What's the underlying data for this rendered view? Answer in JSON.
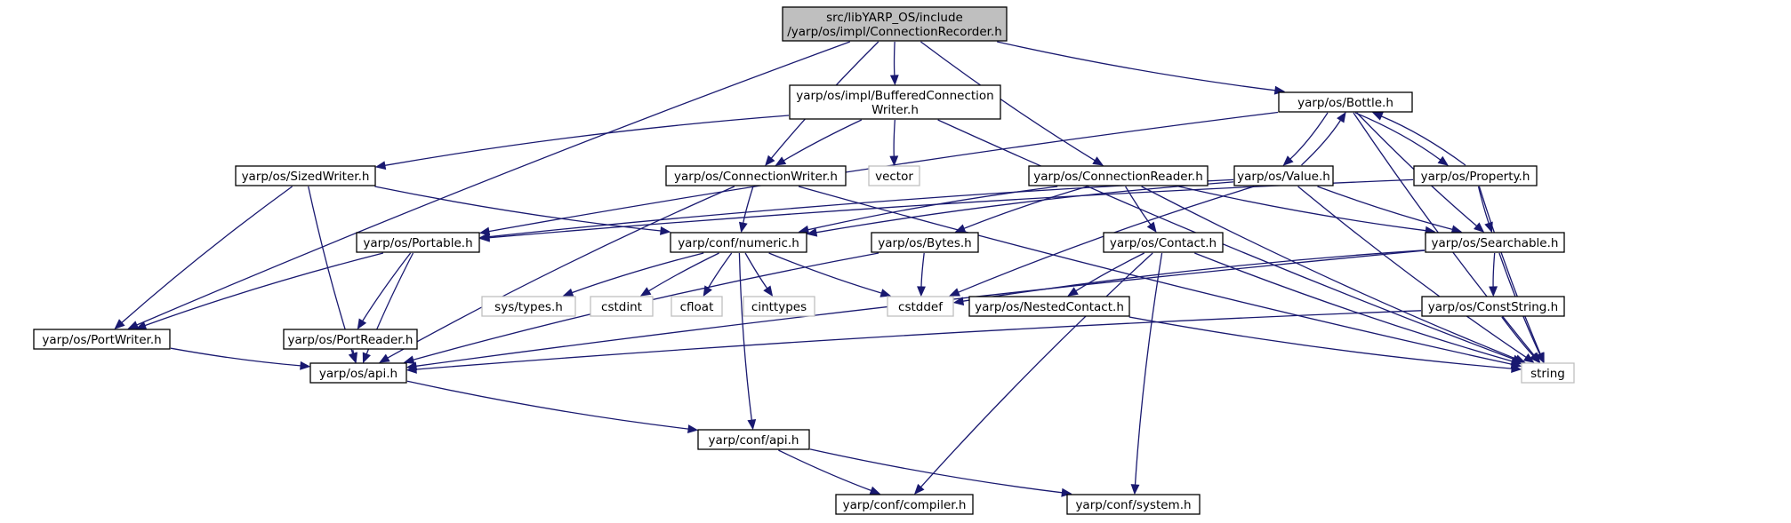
{
  "colors": {
    "edge": "#191970",
    "root_fill": "#bfbfbf",
    "internal_border": "#000000",
    "external_border": "#bfbfbf",
    "background": "#ffffff"
  },
  "nodes": [
    {
      "id": "root",
      "kind": "root",
      "lines": [
        "src/libYARP_OS/include",
        "/yarp/os/impl/ConnectionRecorder.h"
      ]
    },
    {
      "id": "buffered",
      "kind": "internal",
      "lines": [
        "yarp/os/impl/BufferedConnection",
        "Writer.h"
      ]
    },
    {
      "id": "bottle",
      "kind": "internal",
      "lines": [
        "yarp/os/Bottle.h"
      ]
    },
    {
      "id": "sizedwriter",
      "kind": "internal",
      "lines": [
        "yarp/os/SizedWriter.h"
      ]
    },
    {
      "id": "connwriter",
      "kind": "internal",
      "lines": [
        "yarp/os/ConnectionWriter.h"
      ]
    },
    {
      "id": "vector",
      "kind": "external",
      "lines": [
        "vector"
      ]
    },
    {
      "id": "connreader",
      "kind": "internal",
      "lines": [
        "yarp/os/ConnectionReader.h"
      ]
    },
    {
      "id": "value",
      "kind": "internal",
      "lines": [
        "yarp/os/Value.h"
      ]
    },
    {
      "id": "property",
      "kind": "internal",
      "lines": [
        "yarp/os/Property.h"
      ]
    },
    {
      "id": "portable",
      "kind": "internal",
      "lines": [
        "yarp/os/Portable.h"
      ]
    },
    {
      "id": "numeric",
      "kind": "internal",
      "lines": [
        "yarp/conf/numeric.h"
      ]
    },
    {
      "id": "bytes",
      "kind": "internal",
      "lines": [
        "yarp/os/Bytes.h"
      ]
    },
    {
      "id": "contact",
      "kind": "internal",
      "lines": [
        "yarp/os/Contact.h"
      ]
    },
    {
      "id": "searchable",
      "kind": "internal",
      "lines": [
        "yarp/os/Searchable.h"
      ]
    },
    {
      "id": "portwriter",
      "kind": "internal",
      "lines": [
        "yarp/os/PortWriter.h"
      ]
    },
    {
      "id": "portreader",
      "kind": "internal",
      "lines": [
        "yarp/os/PortReader.h"
      ]
    },
    {
      "id": "systypes",
      "kind": "external",
      "lines": [
        "sys/types.h"
      ]
    },
    {
      "id": "cstdint",
      "kind": "external",
      "lines": [
        "cstdint"
      ]
    },
    {
      "id": "cfloat",
      "kind": "external",
      "lines": [
        "cfloat"
      ]
    },
    {
      "id": "cinttypes",
      "kind": "external",
      "lines": [
        "cinttypes"
      ]
    },
    {
      "id": "cstddef",
      "kind": "external",
      "lines": [
        "cstddef"
      ]
    },
    {
      "id": "nested",
      "kind": "internal",
      "lines": [
        "yarp/os/NestedContact.h"
      ]
    },
    {
      "id": "conststring",
      "kind": "internal",
      "lines": [
        "yarp/os/ConstString.h"
      ]
    },
    {
      "id": "osapi",
      "kind": "internal",
      "lines": [
        "yarp/os/api.h"
      ]
    },
    {
      "id": "string",
      "kind": "external",
      "lines": [
        "string"
      ]
    },
    {
      "id": "confapi",
      "kind": "internal",
      "lines": [
        "yarp/conf/api.h"
      ]
    },
    {
      "id": "compiler",
      "kind": "internal",
      "lines": [
        "yarp/conf/compiler.h"
      ]
    },
    {
      "id": "system",
      "kind": "internal",
      "lines": [
        "yarp/conf/system.h"
      ]
    }
  ],
  "edges": [
    [
      "root",
      "buffered"
    ],
    [
      "root",
      "bottle"
    ],
    [
      "root",
      "connwriter"
    ],
    [
      "root",
      "connreader"
    ],
    [
      "root",
      "portwriter"
    ],
    [
      "buffered",
      "sizedwriter"
    ],
    [
      "buffered",
      "connwriter"
    ],
    [
      "buffered",
      "vector"
    ],
    [
      "buffered",
      "string"
    ],
    [
      "bottle",
      "value"
    ],
    [
      "bottle",
      "property"
    ],
    [
      "bottle",
      "searchable"
    ],
    [
      "bottle",
      "portable"
    ],
    [
      "bottle",
      "string"
    ],
    [
      "value",
      "bottle"
    ],
    [
      "value",
      "searchable"
    ],
    [
      "value",
      "portable"
    ],
    [
      "value",
      "numeric"
    ],
    [
      "value",
      "cstddef"
    ],
    [
      "value",
      "string"
    ],
    [
      "property",
      "bottle"
    ],
    [
      "property",
      "searchable"
    ],
    [
      "property",
      "portable"
    ],
    [
      "property",
      "string"
    ],
    [
      "sizedwriter",
      "portwriter"
    ],
    [
      "sizedwriter",
      "numeric"
    ],
    [
      "sizedwriter",
      "osapi"
    ],
    [
      "connwriter",
      "numeric"
    ],
    [
      "connwriter",
      "osapi"
    ],
    [
      "connwriter",
      "string"
    ],
    [
      "connreader",
      "contact"
    ],
    [
      "connreader",
      "bytes"
    ],
    [
      "connreader",
      "searchable"
    ],
    [
      "connreader",
      "numeric"
    ],
    [
      "connreader",
      "string"
    ],
    [
      "portable",
      "portwriter"
    ],
    [
      "portable",
      "portreader"
    ],
    [
      "portable",
      "osapi"
    ],
    [
      "numeric",
      "systypes"
    ],
    [
      "numeric",
      "cstdint"
    ],
    [
      "numeric",
      "cfloat"
    ],
    [
      "numeric",
      "cinttypes"
    ],
    [
      "numeric",
      "cstddef"
    ],
    [
      "numeric",
      "confapi"
    ],
    [
      "bytes",
      "cstddef"
    ],
    [
      "bytes",
      "osapi"
    ],
    [
      "contact",
      "nested"
    ],
    [
      "contact",
      "string"
    ],
    [
      "contact",
      "compiler"
    ],
    [
      "contact",
      "system"
    ],
    [
      "searchable",
      "conststring"
    ],
    [
      "searchable",
      "cstddef"
    ],
    [
      "searchable",
      "osapi"
    ],
    [
      "searchable",
      "string"
    ],
    [
      "portwriter",
      "osapi"
    ],
    [
      "portreader",
      "osapi"
    ],
    [
      "nested",
      "string"
    ],
    [
      "conststring",
      "string"
    ],
    [
      "conststring",
      "osapi"
    ],
    [
      "osapi",
      "confapi"
    ],
    [
      "confapi",
      "compiler"
    ],
    [
      "confapi",
      "system"
    ]
  ]
}
